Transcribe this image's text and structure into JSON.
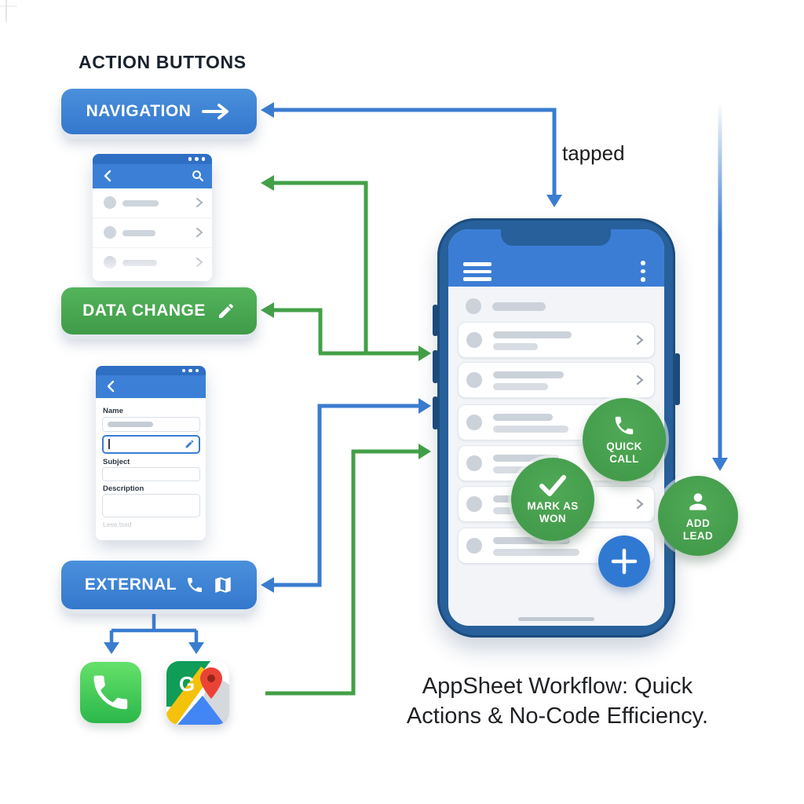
{
  "header": {
    "title": "ACTION BUTTONS"
  },
  "arrows": {
    "tapped_label": "tapped"
  },
  "caption": {
    "text": "AppSheet Workflow: Quick Actions & No-Code Efficiency."
  },
  "buttons": {
    "navigation": {
      "label": "NAVIGATION",
      "icon": "arrow-right"
    },
    "data_change": {
      "label": "DATA CHANGE",
      "icon": "pencil"
    },
    "external": {
      "label": "EXTERNAL",
      "icons": [
        "phone",
        "map"
      ]
    }
  },
  "list_mockup": {
    "window_dots": 3,
    "icons": {
      "back": "chevron-left",
      "search": "magnifier"
    },
    "row_count": 3
  },
  "form_mockup": {
    "window_dots": 3,
    "icons": {
      "back": "chevron-left",
      "edit": "pencil"
    },
    "name_label": "Name",
    "subject_label": "Subject",
    "description_label": "Description",
    "footer_text": "Lese.tssd"
  },
  "external_apps": {
    "phone_app": "Phone",
    "maps_app": "Google Maps",
    "maps_letter": "G"
  },
  "phone": {
    "icons": {
      "menu": "hamburger",
      "more": "kebab-dots"
    },
    "card_count": 6,
    "actions": {
      "quick_call": "QUICK CALL",
      "mark_won": "MARK AS WON",
      "add_lead": "ADD LEAD"
    },
    "fab_label": "+"
  },
  "colors": {
    "blue": "#3b80d6",
    "green": "#43a047",
    "frame_navy": "#27609a",
    "arrow_blue": "#3a7cd0",
    "arrow_green": "#43a047",
    "screen_bg": "#f2f4f8"
  }
}
